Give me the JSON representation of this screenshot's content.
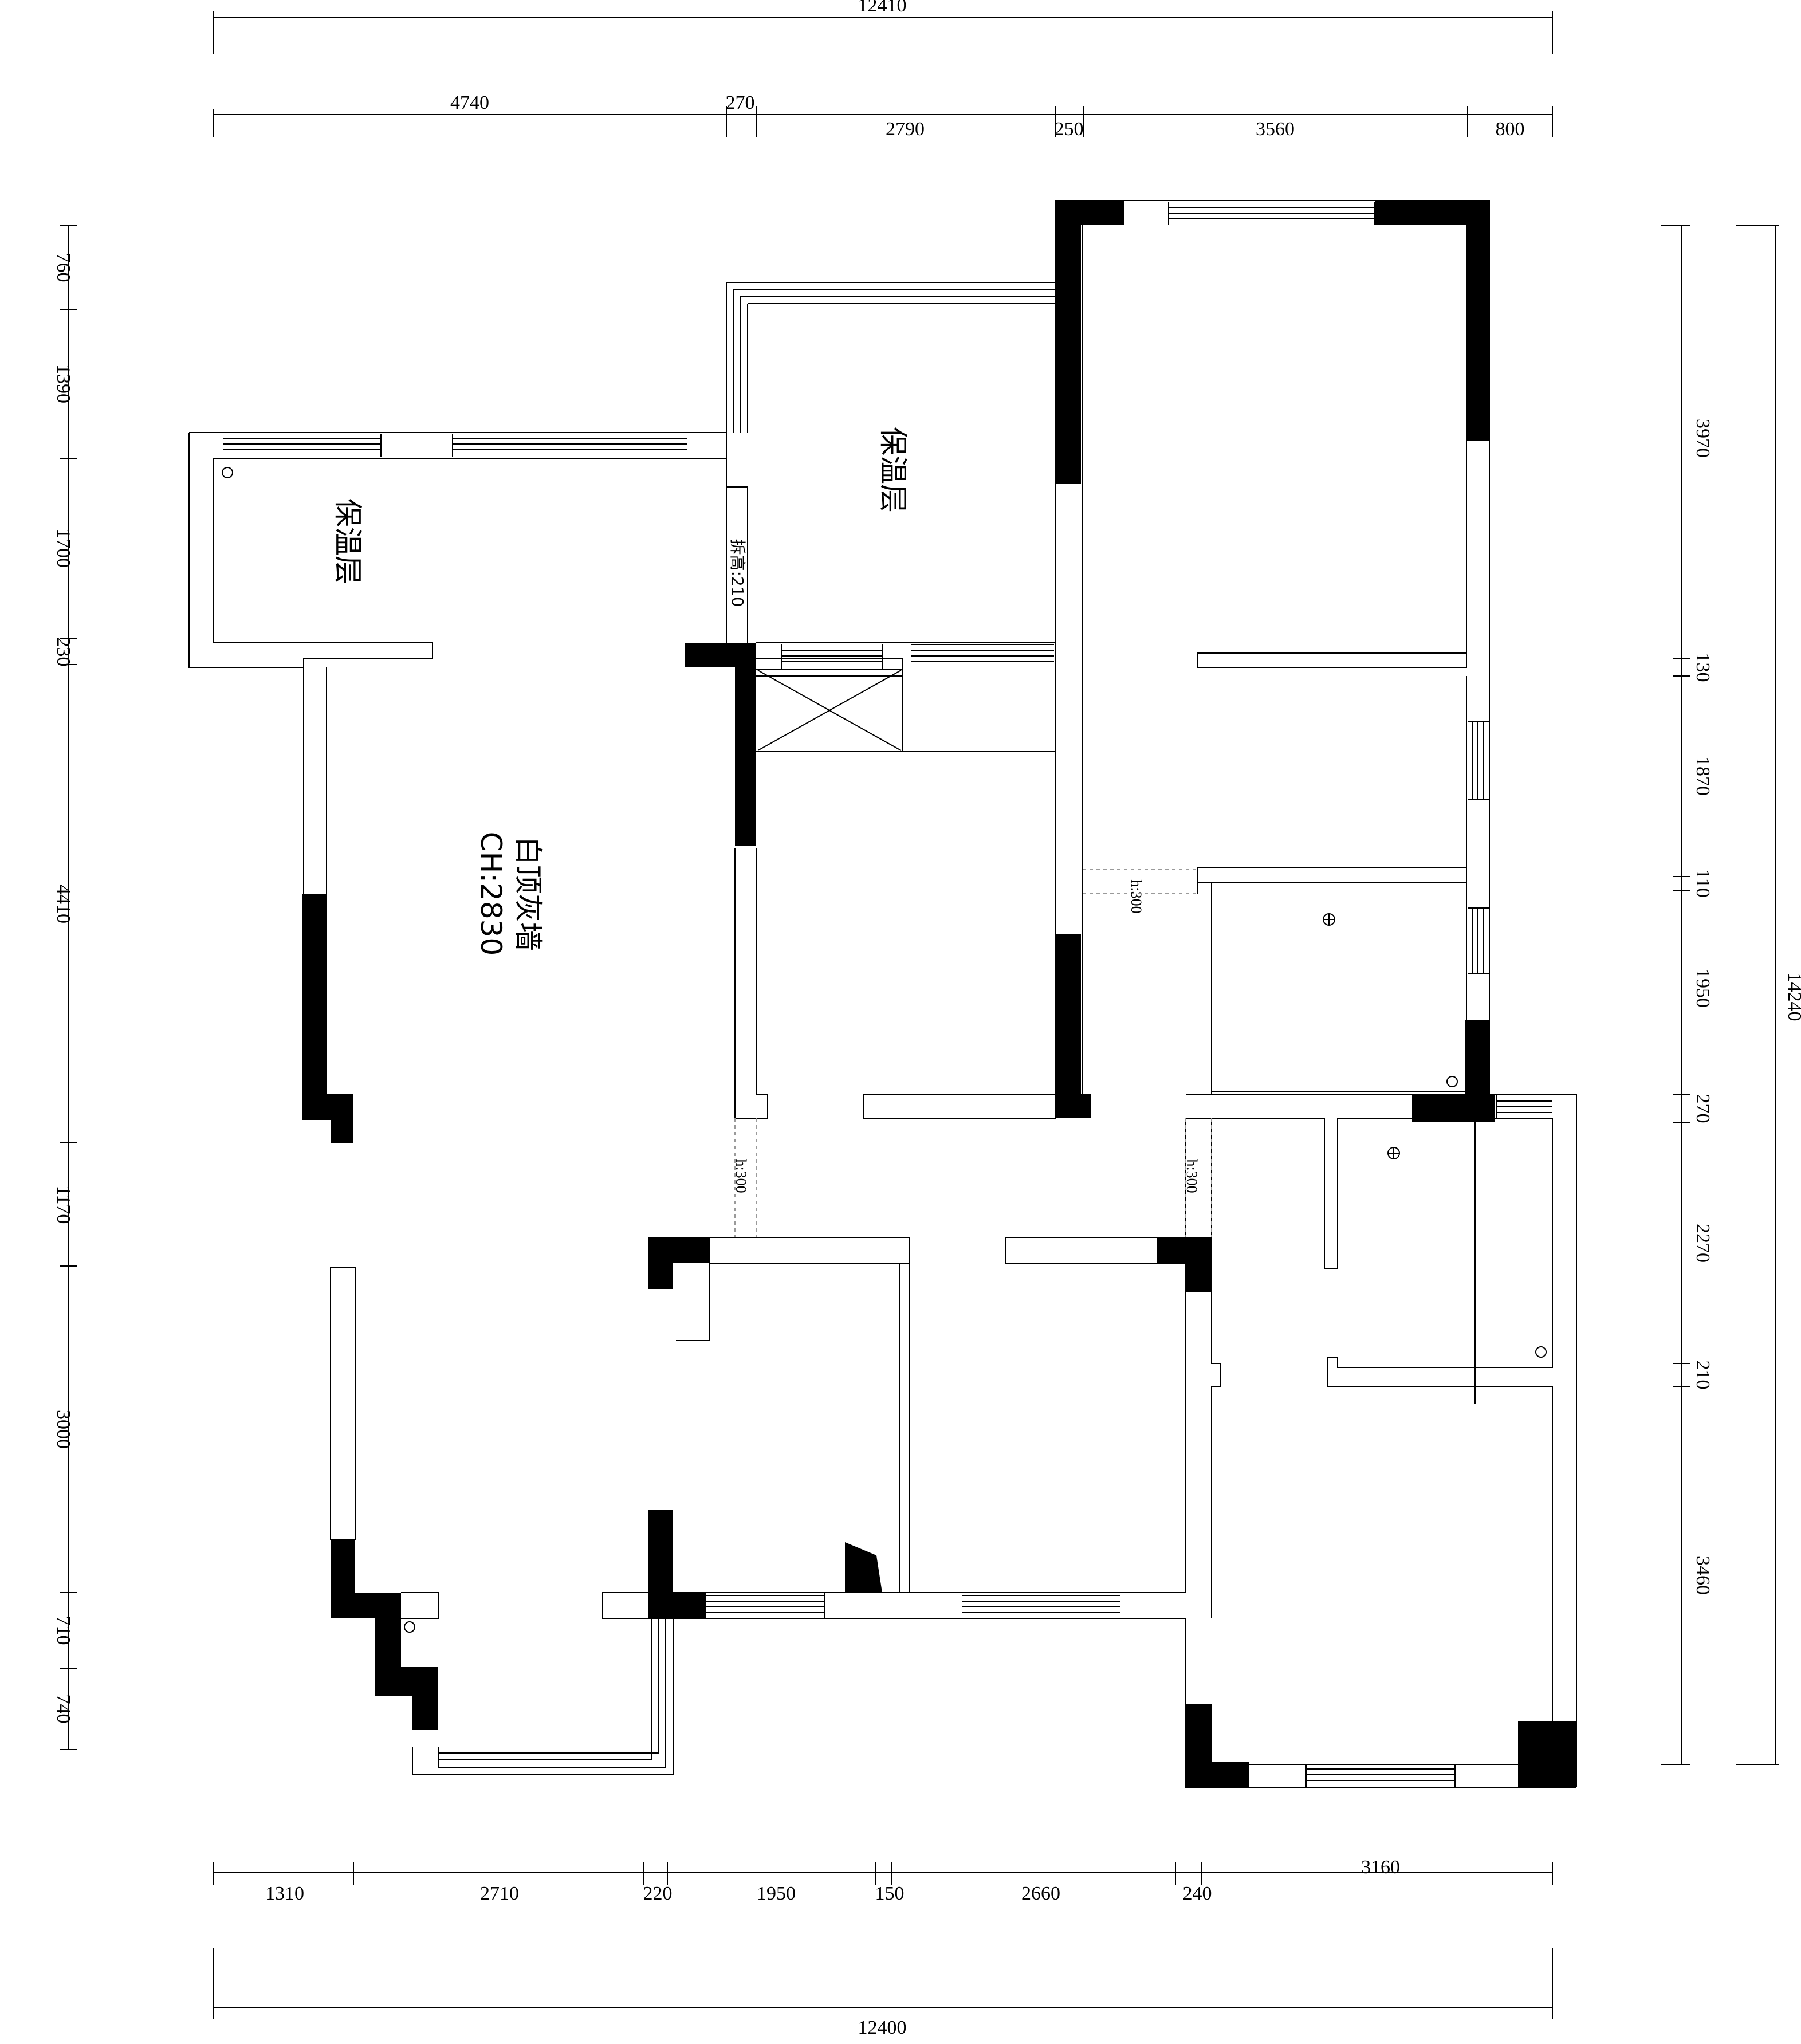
{
  "drawing": {
    "rooms": [
      {
        "id": "insulation-left",
        "text": "保温层"
      },
      {
        "id": "insulation-center",
        "text": "保温层"
      },
      {
        "id": "ceiling-note",
        "text": "白顶灰墙"
      },
      {
        "id": "ceiling-height",
        "text": "CH:2830"
      }
    ],
    "notes": {
      "beam_height": "拆高:210",
      "h300_a": "h:300",
      "h300_b": "h:300",
      "h300_c": "h:300"
    },
    "dimensions": {
      "top_total": "12410",
      "top": [
        "4740",
        "270",
        "2790",
        "250",
        "3560",
        "800"
      ],
      "left": [
        "760",
        "1390",
        "1700",
        "230",
        "4410",
        "1170",
        "3000",
        "710",
        "740"
      ],
      "right": [
        "3970",
        "130",
        "1870",
        "110",
        "1950",
        "270",
        "2270",
        "210",
        "3460"
      ],
      "right_total": "14240",
      "bottom": [
        "1310",
        "2710",
        "220",
        "1950",
        "150",
        "2660",
        "240",
        "3160"
      ],
      "bottom_total": "12400"
    }
  }
}
